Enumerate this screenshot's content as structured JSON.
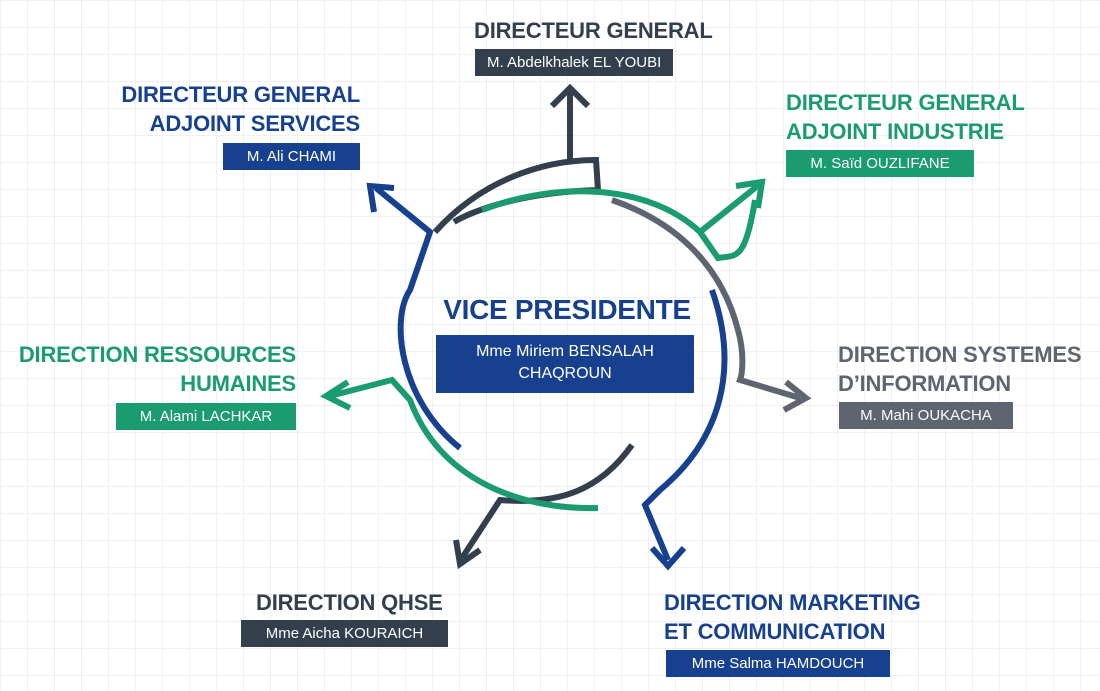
{
  "center": {
    "title": "VICE PRESIDENTE",
    "name_line1": "Mme Miriem BENSALAH",
    "name_line2": "CHAQROUN"
  },
  "nodes": {
    "directeur_general": {
      "title": "DIRECTEUR GENERAL",
      "name": "M. Abdelkhalek EL YOUBI",
      "color": "#333f4d"
    },
    "dga_services": {
      "title_line1": "DIRECTEUR GENERAL",
      "title_line2": "ADJOINT SERVICES",
      "name": "M. Ali CHAMI",
      "color": "#17408f"
    },
    "dga_industrie": {
      "title_line1": "DIRECTEUR GENERAL",
      "title_line2": "ADJOINT INDUSTRIE",
      "name": "M. Saïd OUZLIFANE",
      "color": "#1a9c70"
    },
    "rh": {
      "title_line1": "DIRECTION RESSOURCES",
      "title_line2": "HUMAINES",
      "name": "M. Alami LACHKAR",
      "color": "#1a9c70"
    },
    "si": {
      "title_line1": "DIRECTION SYSTEMES",
      "title_line2": "D’INFORMATION",
      "name": "M. Mahi OUKACHA",
      "color": "#5e6470"
    },
    "qhse": {
      "title": "DIRECTION QHSE",
      "name": "Mme Aicha KOURAICH",
      "color": "#333f4d"
    },
    "marketing": {
      "title_line1": "DIRECTION MARKETING",
      "title_line2": "ET COMMUNICATION",
      "name": "Mme Salma HAMDOUCH",
      "color": "#17408f"
    }
  }
}
